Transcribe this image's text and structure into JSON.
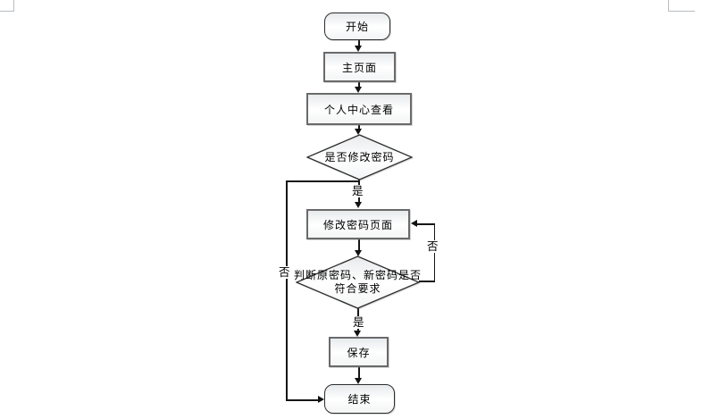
{
  "flowchart": {
    "nodes": {
      "start": "开始",
      "main_page": "主页面",
      "personal_center": "个人中心查看",
      "decision_modify_password": "是否修改密码",
      "change_password_page": "修改密码页面",
      "decision_validate_line1": "判断原密码、新密码是否",
      "decision_validate_line2": "符合要求",
      "save": "保存",
      "end": "结束"
    },
    "edge_labels": {
      "modify_yes": "是",
      "modify_no": "否",
      "validate_no": "否",
      "validate_yes": "是"
    },
    "colors": {
      "shape_border": "#2d2d2d",
      "process_border": "#6a6a6a",
      "connector": "#161616",
      "shape_fill_top": "#e7eaec",
      "shape_fill_bottom": "#ffffff",
      "boundary_mark": "#b9bdbf"
    }
  }
}
